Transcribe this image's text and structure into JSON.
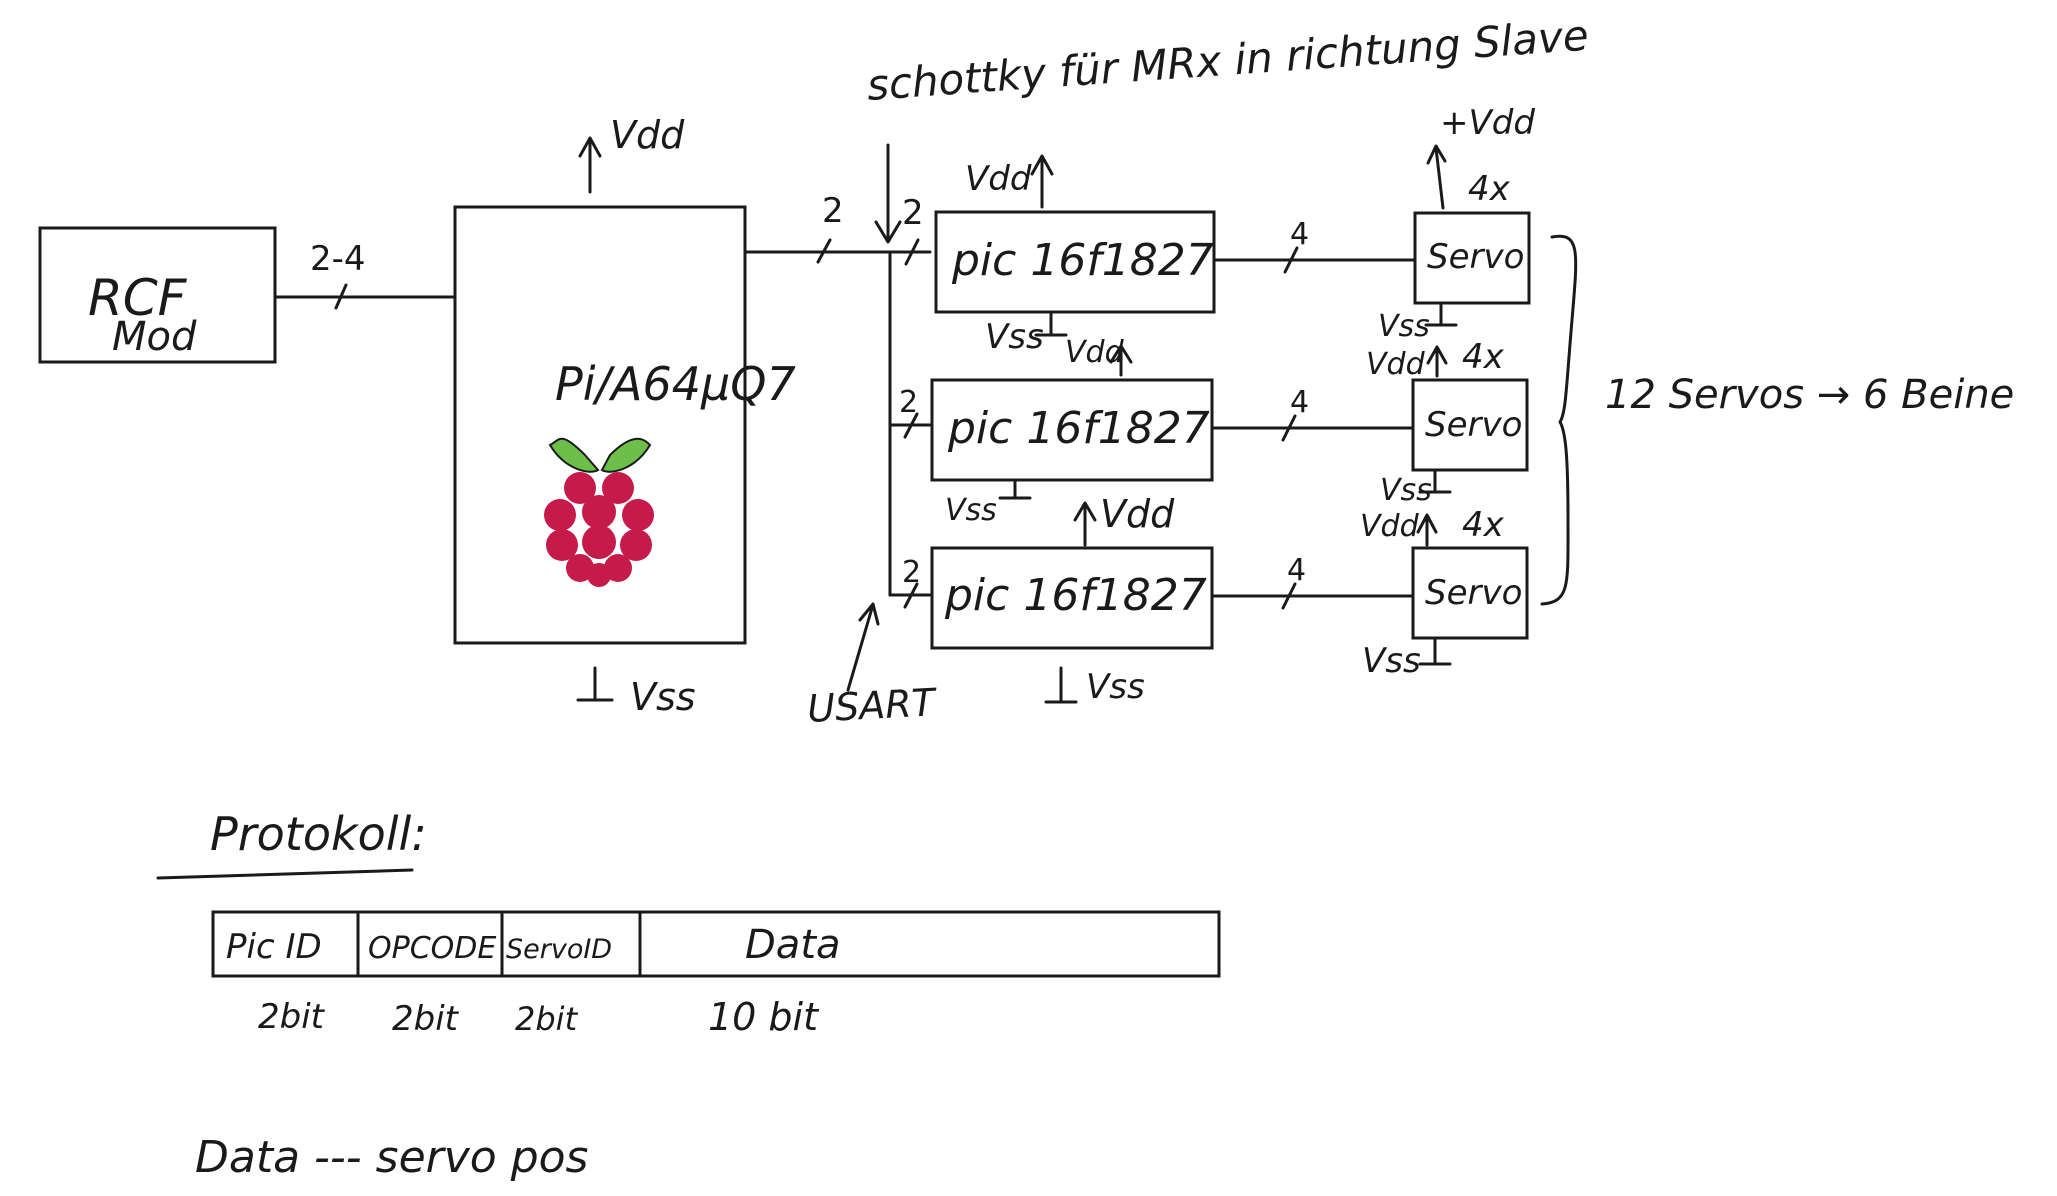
{
  "diagram": {
    "note_top": "schottky für MRx in richtung Slave",
    "rcf_module": {
      "line1": "RCF",
      "line2": "Mod"
    },
    "bus_rcf_pi": "2-4",
    "pi_box": {
      "label": "Pi/A64µQ7",
      "vdd": "Vdd",
      "vss": "Vss"
    },
    "bus_pi_out": "2",
    "usart_label": "USART",
    "pics": [
      {
        "label": "pic 16f1827",
        "bus_in": "2",
        "bus_out": "4",
        "vdd": "Vdd",
        "vss": "Vss"
      },
      {
        "label": "pic 16f1827",
        "bus_in": "2",
        "bus_out": "4",
        "vdd": "Vdd",
        "vss": "Vss"
      },
      {
        "label": "pic 16f1827",
        "bus_in": "2",
        "bus_out": "4",
        "vdd": "Vdd",
        "vss": "Vss"
      }
    ],
    "servos": [
      {
        "label": "Servo",
        "mult": "4x",
        "vdd": "+Vdd",
        "vss": "Vss"
      },
      {
        "label": "Servo",
        "mult": "4x",
        "vdd": "Vdd",
        "vss": "Vss"
      },
      {
        "label": "Servo",
        "mult": "4x",
        "vdd": "Vdd",
        "vss": "Vss"
      }
    ],
    "summary": "12 Servos → 6 Beine"
  },
  "protocol": {
    "title": "Protokoll:",
    "fields": [
      {
        "name": "Pic ID",
        "bits": "2bit"
      },
      {
        "name": "OPCODE",
        "bits": "2bit"
      },
      {
        "name": "ServoID",
        "bits": "2bit"
      },
      {
        "name": "Data",
        "bits": "10 bit"
      }
    ],
    "footnote": "Data --- servo pos"
  },
  "colors": {
    "ink": "#1a1a1a",
    "berry": "#c51a4a",
    "leaf": "#6cc04a"
  },
  "icons": {
    "pi_logo": "raspberry-pi-logo-icon"
  }
}
